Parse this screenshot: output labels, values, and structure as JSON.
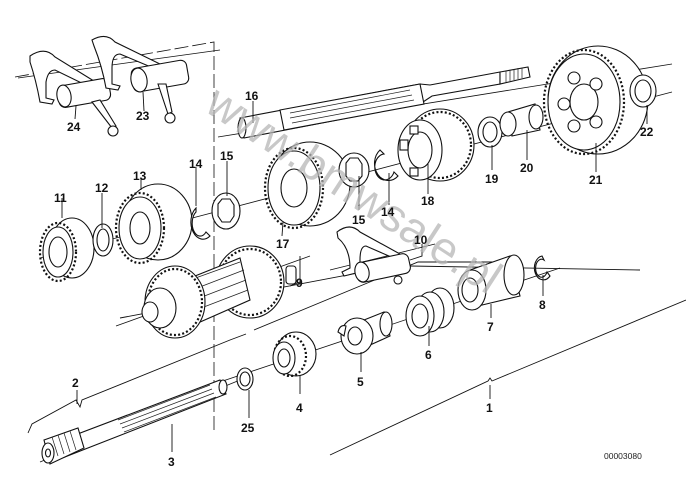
{
  "diagram": {
    "title": "Gearbox gear set exploded parts diagram",
    "diagram_number": "00003080",
    "watermark": "www.bmwsale.pl",
    "colors": {
      "line": "#111111",
      "background": "#ffffff",
      "watermark": "#b5b5b5"
    },
    "callouts": [
      {
        "id": "1",
        "label": "1",
        "part": "gear set assembly"
      },
      {
        "id": "2",
        "label": "2",
        "part": "input shaft assembly"
      },
      {
        "id": "3",
        "label": "3",
        "part": "input shaft"
      },
      {
        "id": "4",
        "label": "4",
        "part": "gear wheel"
      },
      {
        "id": "5",
        "label": "5",
        "part": "sliding sleeve"
      },
      {
        "id": "6",
        "label": "6",
        "part": "spring"
      },
      {
        "id": "7",
        "label": "7",
        "part": "bushing"
      },
      {
        "id": "8",
        "label": "8",
        "part": "circlip"
      },
      {
        "id": "9",
        "label": "9",
        "part": "countershaft cluster"
      },
      {
        "id": "10",
        "label": "10",
        "part": "shift fork"
      },
      {
        "id": "11",
        "label": "11",
        "part": "gear wheel"
      },
      {
        "id": "12",
        "label": "12",
        "part": "thrust washer"
      },
      {
        "id": "13",
        "label": "13",
        "part": "gear wheel"
      },
      {
        "id": "14a",
        "label": "14",
        "part": "circlip"
      },
      {
        "id": "15a",
        "label": "15",
        "part": "lock washer"
      },
      {
        "id": "16",
        "label": "16",
        "part": "output shaft"
      },
      {
        "id": "17",
        "label": "17",
        "part": "gear wheel"
      },
      {
        "id": "15b",
        "label": "15",
        "part": "lock washer"
      },
      {
        "id": "14b",
        "label": "14",
        "part": "circlip"
      },
      {
        "id": "18",
        "label": "18",
        "part": "shift dog gear"
      },
      {
        "id": "19",
        "label": "19",
        "part": "thrust washer"
      },
      {
        "id": "20",
        "label": "20",
        "part": "needle bearing"
      },
      {
        "id": "21",
        "label": "21",
        "part": "gear wheel"
      },
      {
        "id": "22",
        "label": "22",
        "part": "thrust washer"
      },
      {
        "id": "23",
        "label": "23",
        "part": "shift fork"
      },
      {
        "id": "24",
        "label": "24",
        "part": "shift fork"
      },
      {
        "id": "25",
        "label": "25",
        "part": "circlip"
      }
    ]
  }
}
